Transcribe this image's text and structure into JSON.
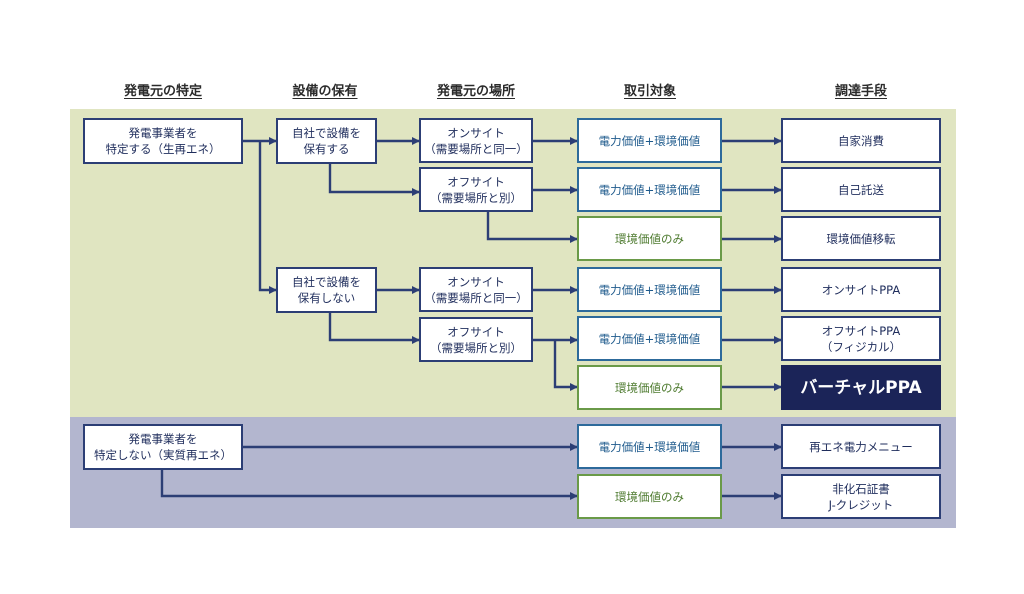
{
  "headers": [
    "発電元の特定",
    "設備の保有",
    "発電元の場所",
    "取引対象",
    "調達手段"
  ],
  "specified": {
    "source": "発電事業者を\n特定する（生再エネ）",
    "own": "自社で設備を\n保有する",
    "not_own": "自社で設備を\n保有しない",
    "onsite": "オンサイト\n（需要場所と同一）",
    "offsite": "オフサイト\n（需要場所と別）"
  },
  "unspecified": {
    "source": "発電事業者を\n特定しない（実質再エネ）"
  },
  "targets": {
    "power_env": "電力価値+環境価値",
    "env_only": "環境価値のみ"
  },
  "methods": [
    "自家消費",
    "自己託送",
    "環境価値移転",
    "オンサイトPPA",
    "オフサイトPPA\n（フィジカル）",
    "バーチャルPPA",
    "再エネ電力メニュー",
    "非化石証書\nJ-クレジット"
  ],
  "colors": {
    "navy": "#2c3e75",
    "blue": "#2d6a9b",
    "green": "#6a9a48",
    "highlight": "#1b2458",
    "band_specified": "#e0e5c1",
    "band_unspecified": "#b3b6cf"
  }
}
